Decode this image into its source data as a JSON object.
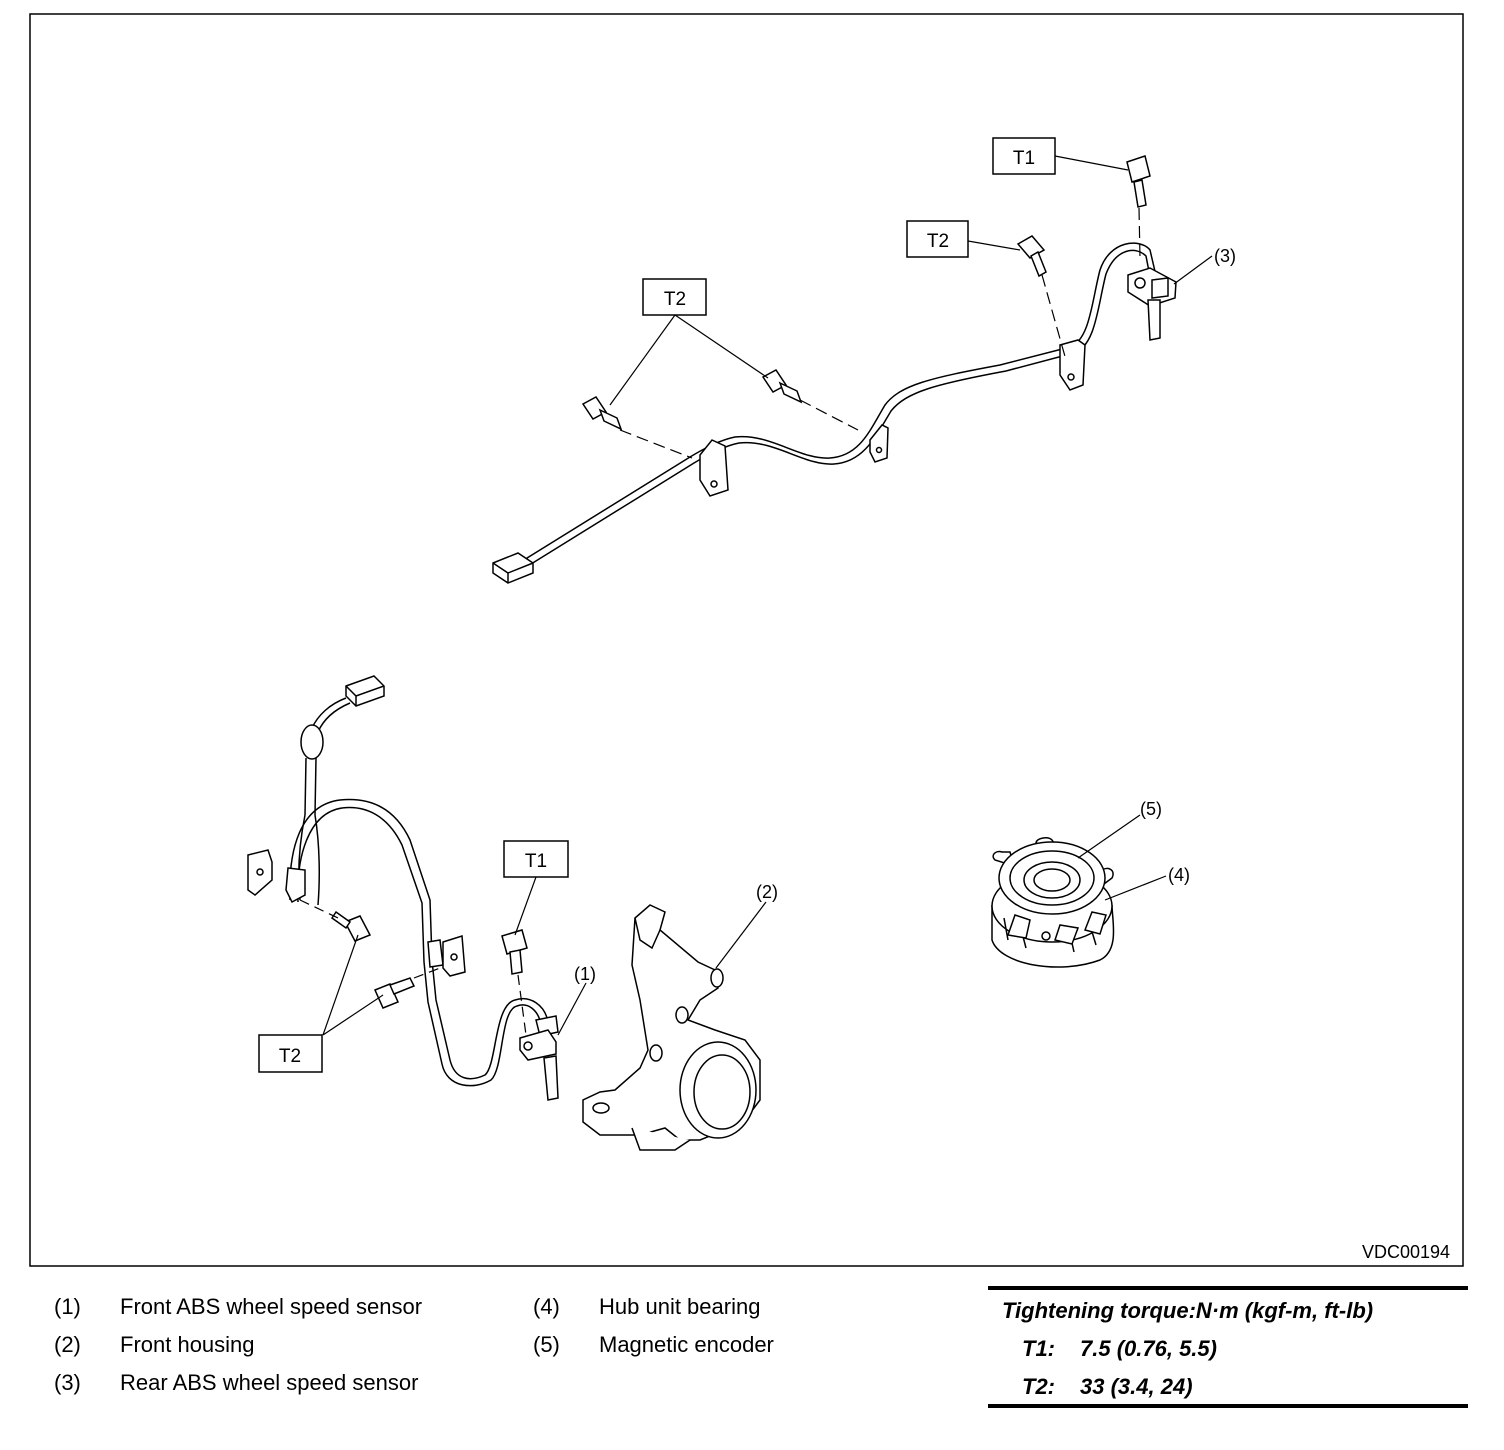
{
  "figure": {
    "code": "VDC00194",
    "tags": {
      "t1": "T1",
      "t2": "T2"
    },
    "callouts": {
      "c1": "(1)",
      "c2": "(2)",
      "c3": "(3)",
      "c4": "(4)",
      "c5": "(5)"
    }
  },
  "legend": {
    "items": [
      {
        "num": "(1)",
        "text": "Front ABS wheel speed sensor"
      },
      {
        "num": "(2)",
        "text": "Front housing"
      },
      {
        "num": "(3)",
        "text": "Rear ABS wheel speed sensor"
      },
      {
        "num": "(4)",
        "text": "Hub unit bearing"
      },
      {
        "num": "(5)",
        "text": "Magnetic encoder"
      }
    ]
  },
  "torque": {
    "title": "Tightening torque:N·m (kgf-m, ft-lb)",
    "rows": [
      {
        "key": "T1:",
        "value": "7.5 (0.76, 5.5)"
      },
      {
        "key": "T2:",
        "value": "33 (3.4, 24)"
      }
    ]
  }
}
